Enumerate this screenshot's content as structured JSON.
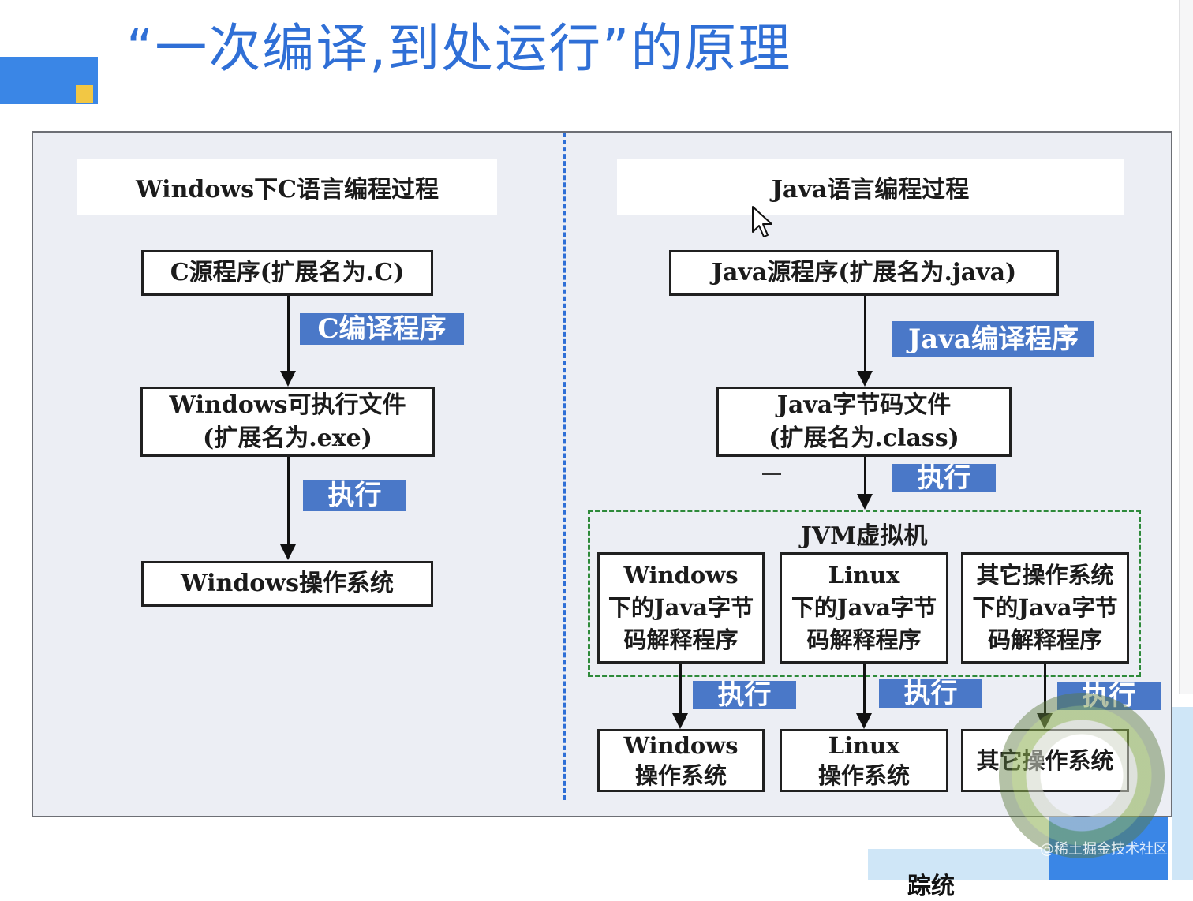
{
  "slide": {
    "title": "“一次编译,到处运行”的原理"
  },
  "left": {
    "heading": "Windows下C语言编程过程",
    "source_box": "C源程序(扩展名为.C)",
    "compile_tag": "C编译程序",
    "exe_box_line1": "Windows可执行文件",
    "exe_box_line2": "(扩展名为.exe)",
    "exec_tag": "执行",
    "os_box": "Windows操作系统"
  },
  "right": {
    "heading": "Java语言编程过程",
    "source_box": "Java源程序(扩展名为.java)",
    "compile_tag": "Java编译程序",
    "bytecode_line1": "Java字节码文件",
    "bytecode_line2": "(扩展名为.class)",
    "exec_tag": "执行",
    "jvm_label": "JVM虚拟机",
    "interpreters": [
      {
        "line1": "Windows",
        "line2": "下的Java字节",
        "line3": "码解释程序"
      },
      {
        "line1": "Linux",
        "line2": "下的Java字节",
        "line3": "码解释程序"
      },
      {
        "line1": "其它操作系统",
        "line2": "下的Java字节",
        "line3": "码解释程序"
      }
    ],
    "exec_tags": [
      "执行",
      "执行",
      "执行"
    ],
    "os_boxes": [
      {
        "line1": "Windows",
        "line2": "操作系统"
      },
      {
        "line1": "Linux",
        "line2": "操作系统"
      },
      {
        "line1": "其它操作系统",
        "line2": ""
      }
    ]
  },
  "footer": {
    "watermark": "@稀土掘金技术社区",
    "fragment": "踪统"
  },
  "colors": {
    "title": "#2f6fd6",
    "tag_bg": "#4a78c8",
    "divider": "#2f6fd6",
    "jvm_frame": "#2e8a3a",
    "panel_bg": "#eceef4"
  }
}
